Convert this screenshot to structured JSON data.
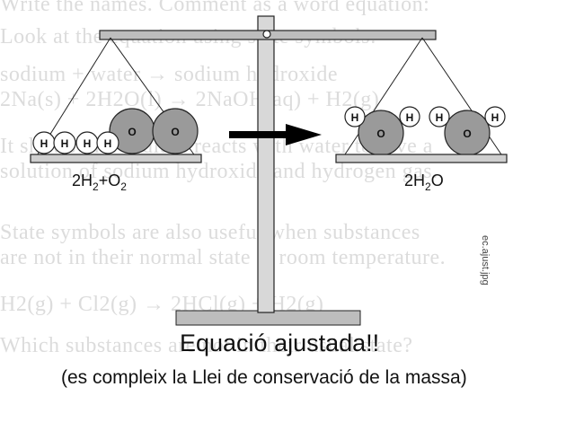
{
  "background_text": [
    "Write the names. Comment as a word equation:",
    "Look at the equation using state symbols:",
    "sodium + water → sodium hydroxide",
    "2Na(s) + 2H2O(l) → 2NaOH(aq) + H2(g)",
    "It shows that sodium reacts with water to give a",
    "solution of sodium hydroxide and hydrogen gas.",
    "State symbols are also useful when substances",
    "are not in their normal state at room temperature.",
    "H2(g) + Cl2(g) → 2HCl(g) + H2(g)",
    "Which substances are not in their usual state?"
  ],
  "left_pan": {
    "formula": {
      "coef": "2H",
      "sub1": "2",
      "plus": "+O",
      "sub2": "2"
    },
    "hydrogen_label": "H",
    "oxygen_label": "O"
  },
  "right_pan": {
    "formula": {
      "coef": "2H",
      "sub1": "2",
      "rest": "O"
    },
    "hydrogen_label": "H",
    "oxygen_label": "O"
  },
  "caption": {
    "title": "Equació ajustada!!",
    "subtitle": "(es compleix la Llei de conservació de la massa)"
  },
  "file_label": "ec.ajust.jpg",
  "colors": {
    "oxygen_fill": "#9a9a9a",
    "hydrogen_fill": "#ffffff",
    "scale_post": "#d8d8d8",
    "beam": "#bdbdbd",
    "arrow": "#000000"
  }
}
